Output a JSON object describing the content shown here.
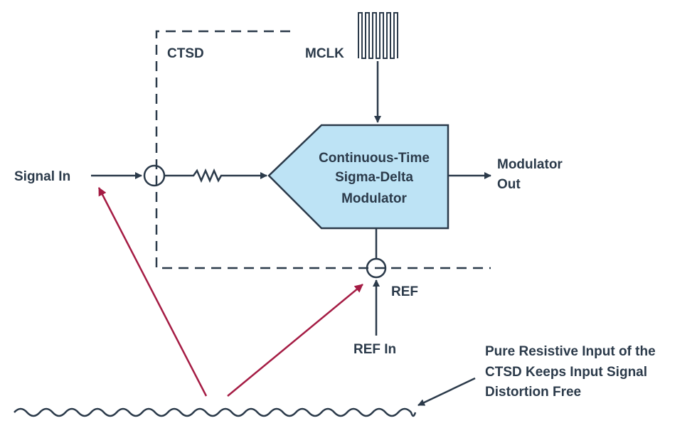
{
  "labels": {
    "ctsd": "CTSD",
    "mclk": "MCLK",
    "signal_in": "Signal In",
    "modulator_line1": "Continuous-Time",
    "modulator_line2": "Sigma-Delta",
    "modulator_line3": "Modulator",
    "out_line1": "Modulator",
    "out_line2": "Out",
    "ref": "REF",
    "ref_in": "REF In",
    "note_line1": "Pure Resistive Input of the",
    "note_line2": "CTSD Keeps Input Signal",
    "note_line3": "Distortion Free"
  },
  "colors": {
    "line": "#2b3a4a",
    "modulator_fill": "#bde3f5",
    "annotation_arrow": "#a51c44"
  }
}
